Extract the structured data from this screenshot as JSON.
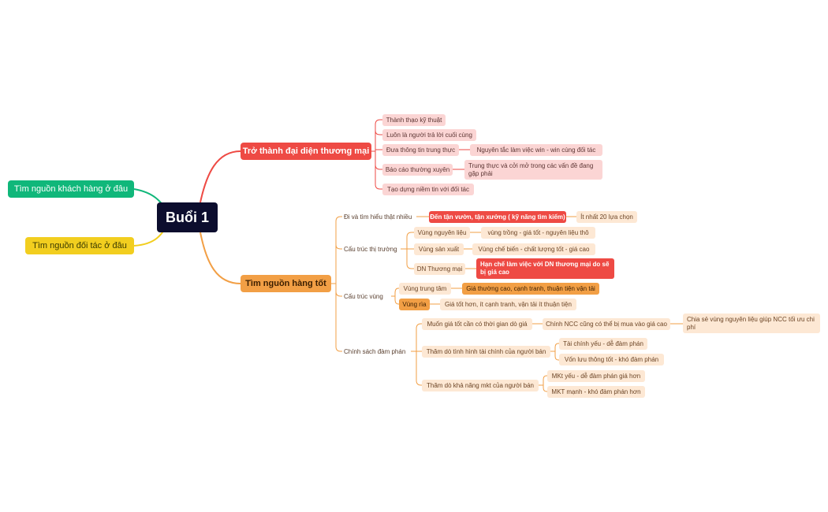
{
  "central": "Buổi 1",
  "left": {
    "customers": "Tìm nguồn khách hàng ở đâu",
    "partners": "Tìm nguồn đối tác ở đâu"
  },
  "branch1": {
    "title": "Trở thành đại diện thương mại",
    "items": [
      "Thành thạo kỹ thuật",
      "Luôn là người trả lời cuối cùng",
      "Đưa thông tin trung thực",
      "Nguyên tắc làm việc win - win cùng đối tác",
      "Báo cáo thường xuyên",
      "Trung thực và cởi mở trong các vấn đề đang gặp phải",
      "Tạo dựng niềm tin với đối tác"
    ]
  },
  "branch2": {
    "title": "Tìm nguồn hàng tốt",
    "explore": {
      "label": "Đi và tìm hiểu thật nhiều",
      "action": "Đến tận vườn, tận xưởng ( kỹ năng tìm kiếm)",
      "result": "Ít nhất 20 lựa chọn"
    },
    "market": {
      "label": "Cấu trúc thị trường",
      "raw": "Vùng nguyên liệu",
      "raw_desc": "vùng trồng - giá tốt - nguyên liệu thô",
      "prod": "Vùng sản xuất",
      "prod_desc": "Vùng chế biến - chất lượng tốt - giá cao",
      "trade": "DN Thương mại",
      "trade_desc": "Hạn chế làm việc với DN thương mại do sẽ bị giá cao"
    },
    "region": {
      "label": "Cấu trúc vùng",
      "center": "Vùng trung tâm",
      "center_desc": "Giá thường cao, cạnh tranh, thuận tiện vận tải",
      "edge": "Vùng rìa",
      "edge_desc": "Giá tốt hơn, ít cạnh tranh, vận tải ít thuận tiện"
    },
    "negotiation": {
      "label": "Chính sách đàm phán",
      "time": "Muốn giá tốt cần có thời gian dò giá",
      "ncc": "Chính NCC cũng có thể bị mua vào giá cao",
      "share": "Chia sẻ vùng nguyên liệu giúp NCC tối ưu chi phí",
      "finance": "Thăm dò tình hình tài chính của người bán",
      "fin_weak": "Tài chính yếu - dễ đàm phán",
      "fin_good": "Vốn lưu thông tốt - khó đàm phán",
      "mkt": "Thăm dò khả năng mkt của người bán",
      "mkt_weak": "MKt yếu - dễ đàm phán giá hơn",
      "mkt_strong": "MKT mạnh - khó đàm phán hơn"
    }
  },
  "colors": {
    "central": "#0c0d2e",
    "green": "#10b77a",
    "yellow": "#f2ce1f",
    "red": "#ee4a44",
    "orange": "#f29f45",
    "pink": "#fbd5d4",
    "peach": "#fde8d4"
  }
}
